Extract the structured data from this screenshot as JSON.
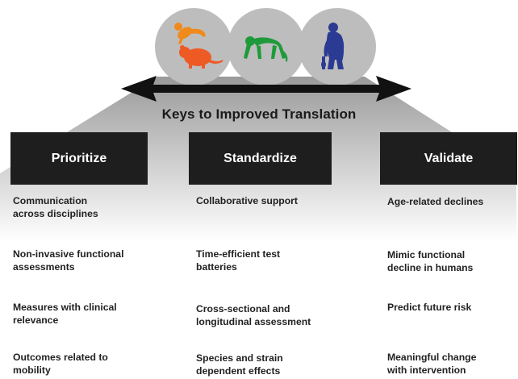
{
  "title": "Keys to Improved Translation",
  "columns": [
    {
      "header": "Prioritize",
      "items": [
        "Communication\nacross disciplines",
        "Non-invasive functional\nassessments",
        "Measures with clinical\nrelevance",
        "Outcomes related to\nmobility"
      ]
    },
    {
      "header": "Standardize",
      "items": [
        "Collaborative support",
        "Time-efficient test\nbatteries",
        "Cross-sectional and\nlongitudinal assessment",
        "Species and strain\ndependent effects"
      ]
    },
    {
      "header": "Validate",
      "items": [
        "Age-related declines",
        "Mimic functional\ndecline in humans",
        "Predict future risk",
        "Meaningful change\nwith intervention"
      ]
    }
  ],
  "species_icons": [
    {
      "name": "rodent-icon",
      "color": "#f08a1c",
      "color2": "#ee5a24"
    },
    {
      "name": "monkey-icon",
      "color": "#1f9a3a"
    },
    {
      "name": "human-icon",
      "color": "#2b3a92"
    }
  ],
  "colors": {
    "header_bg": "#1e1e1e",
    "circle": "#bdbdbd",
    "arrow": "#111111"
  }
}
